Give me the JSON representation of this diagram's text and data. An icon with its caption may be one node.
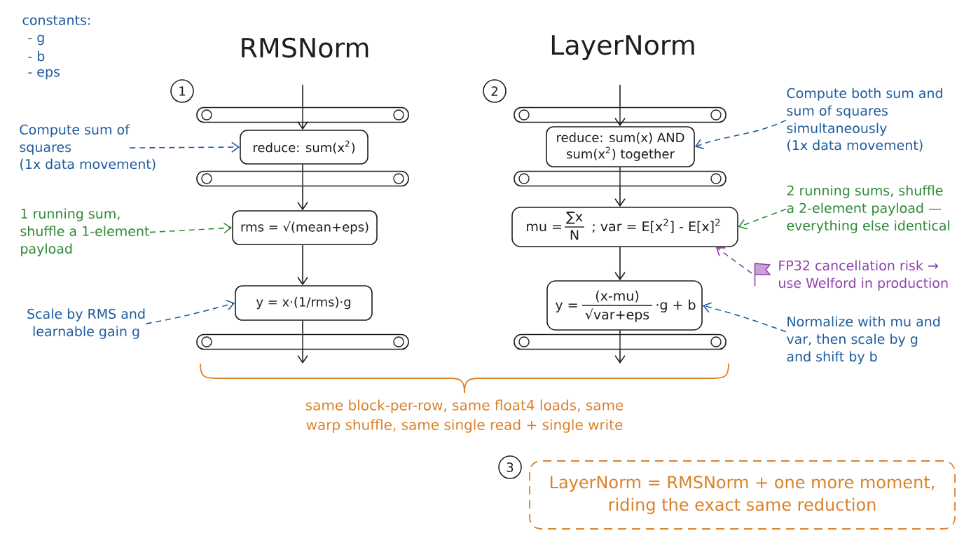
{
  "diagram": {
    "nodes": [
      {
        "text": [],
        "shape": "bar"
      },
      {
        "text": [
          "reduce: sum(x$^{2}$)"
        ]
      },
      {
        "text": [],
        "shape": "bar"
      },
      {
        "text": [
          "rms = √(mean+eps)"
        ]
      },
      {
        "text": [
          "y = x·(1/rms)·g"
        ]
      },
      {
        "text": [],
        "shape": "bar"
      },
      {
        "text": [],
        "shape": "bar"
      },
      {
        "text": [
          "reduce: sum(x) AND sum(x$^{2}$) together"
        ]
      },
      {
        "text": [],
        "shape": "bar"
      },
      {
        "text": [
          "mu =",
          "∑x",
          "N",
          "; var = E[x$^{2}$] - E[x]$^{2}$"
        ]
      },
      {
        "text": [
          "y =",
          "(x-mu)",
          "√var+eps",
          "·g + b"
        ]
      },
      {
        "text": [],
        "shape": "bar"
      },
      {
        "text": [
          "Compute sum of squares",
          "(1x data movement)"
        ]
      },
      {
        "text": [
          "1 running sum, shuffle a 1-element payload"
        ]
      },
      {
        "text": [
          "Scale by RMS and learnable gain g"
        ]
      },
      {
        "text": [
          "Compute both sum and sum of squares simultaneously",
          "(1x data movement)"
        ]
      },
      {
        "text": [
          "2 running sums, shuffle a 2-element payload — everything else identical"
        ]
      },
      {
        "text": [
          "FP32 cancellation risk → use Welford in production"
        ]
      },
      {
        "text": [
          "Normalize with mu and var, then scale by g and shift by b"
        ]
      },
      {
        "text": [
          "same block-per-row, same float4 loads, same warp shuffle, same single read + single write"
        ]
      },
      {
        "text": [
          "LayerNorm = RMSNorm + one more moment, riding the exact same reduction"
        ]
      }
    ],
    "edges": [
      {
        "from": null,
        "to": 0,
        "arrow": "none"
      },
      {
        "from": 0,
        "to": 1,
        "arrow": "to"
      },
      {
        "from": 1,
        "to": 2,
        "arrow": "none"
      },
      {
        "from": 2,
        "to": 3,
        "arrow": "to"
      },
      {
        "from": 3,
        "to": 4,
        "arrow": "to"
      },
      {
        "from": 4,
        "to": 5,
        "arrow": "none"
      },
      {
        "from": 5,
        "to": 19,
        "arrow": "to"
      },
      {
        "from": null,
        "to": 6,
        "arrow": "none"
      },
      {
        "from": 6,
        "to": 7,
        "arrow": "to"
      },
      {
        "from": 7,
        "to": 8,
        "arrow": "none"
      },
      {
        "from": 8,
        "to": 9,
        "arrow": "to"
      },
      {
        "from": 9,
        "to": 10,
        "arrow": "to"
      },
      {
        "from": 10,
        "to": 11,
        "arrow": "none"
      },
      {
        "from": 11,
        "to": 19,
        "arrow": "to"
      },
      {
        "from": 12,
        "to": 1,
        "arrow": "to",
        "style": "dashed",
        "color": "#1f5c9e"
      },
      {
        "from": 13,
        "to": 3,
        "arrow": "to",
        "style": "dashed",
        "color": "#2f8a36"
      },
      {
        "from": 14,
        "to": 4,
        "arrow": "to",
        "style": "dashed",
        "color": "#1f5c9e"
      },
      {
        "from": 15,
        "to": 7,
        "arrow": "to",
        "style": "dashed",
        "color": "#1f5c9e"
      },
      {
        "from": 16,
        "to": 9,
        "arrow": "to",
        "style": "dashed",
        "color": "#2f8a36"
      },
      {
        "from": 17,
        "to": 9,
        "arrow": "to",
        "style": "dashed",
        "color": "#8e44ad"
      },
      {
        "from": 18,
        "to": 10,
        "arrow": "to",
        "style": "dashed",
        "color": "#1f5c9e"
      }
    ],
    "labels": [
      "constants:",
      "- g",
      "- b",
      "- eps",
      "RMSNorm",
      "LayerNorm",
      "1",
      "2",
      "3"
    ]
  }
}
